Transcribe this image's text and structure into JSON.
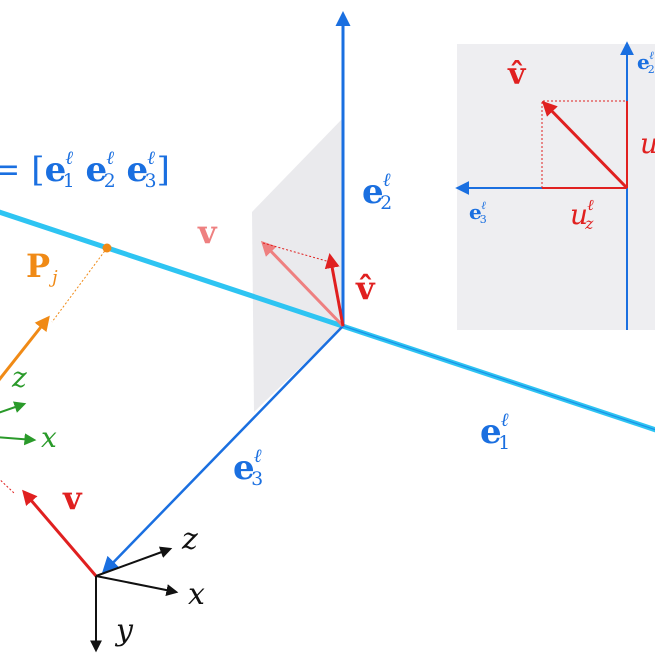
{
  "colors": {
    "axis_blue": "#1a6fe0",
    "line_cyan": "#2ec4f2",
    "red": "#e02020",
    "pink": "#ee8080",
    "orange": "#f08a16",
    "green": "#2a9a2a",
    "panel_gray": "#eeeef1"
  },
  "labels": {
    "basis": {
      "prefix": "= [",
      "e": "e",
      "sub1": "1",
      "sub2": "2",
      "sub3": "3",
      "ell": "ℓ",
      "suffix": "]"
    },
    "e2_main": {
      "letter": "e",
      "ell": "ℓ",
      "sub": "2"
    },
    "e1_main": {
      "letter": "e",
      "ell": "ℓ",
      "sub": "1"
    },
    "e3_main": {
      "letter": "e",
      "ell": "ℓ",
      "sub": "3"
    },
    "v_pink": "v",
    "vhat_main": "v̂",
    "P": {
      "letter": "P",
      "sub": "j"
    },
    "cam_green": {
      "z": "z",
      "x": "x"
    },
    "v_red": "v",
    "cam_black": {
      "z": "z",
      "x": "x",
      "y": "y"
    },
    "inset": {
      "vhat": "v̂",
      "e2": {
        "letter": "e",
        "ell": "ℓ",
        "sub": "2"
      },
      "e3": {
        "letter": "e",
        "ell": "ℓ",
        "sub": "3"
      },
      "uz": {
        "letter": "u",
        "ell": "ℓ",
        "sub": "z"
      },
      "uy_partial": "u"
    }
  }
}
